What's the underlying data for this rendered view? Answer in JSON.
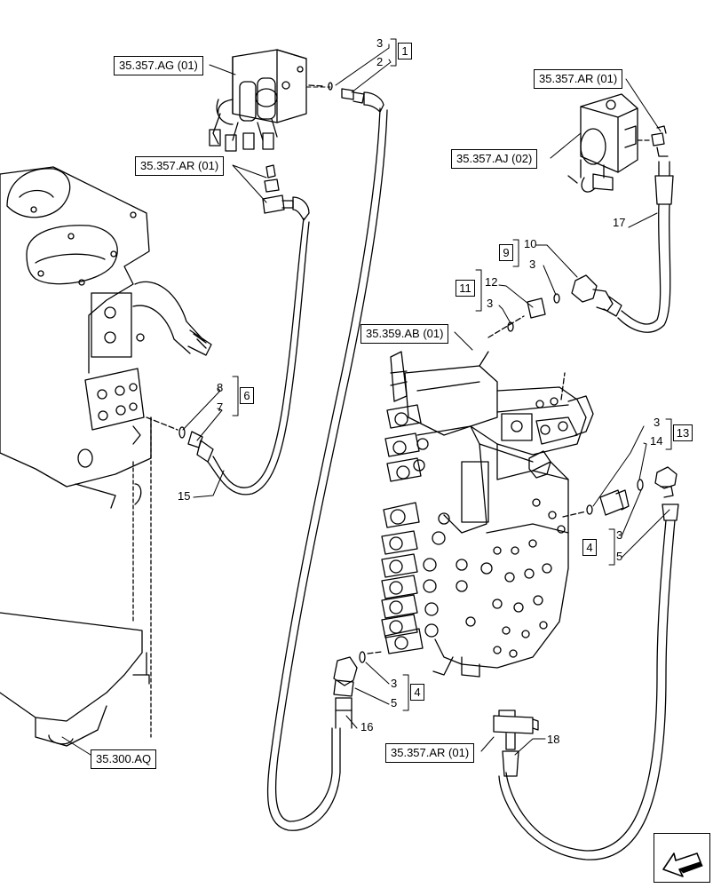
{
  "references": {
    "ag01": "35.357.AG (01)",
    "ar01_left": "35.357.AR (01)",
    "ar01_right": "35.357.AR (01)",
    "aj02": "35.357.AJ (02)",
    "ab01": "35.359.AB (01)",
    "ar01_bottom": "35.357.AR (01)",
    "aq": "35.300.AQ"
  },
  "kits": {
    "k1": "1",
    "k6": "6",
    "k9": "9",
    "k11": "11",
    "k13": "13",
    "k4_right": "4",
    "k4_lower": "4"
  },
  "callouts": {
    "top_3": "3",
    "top_2": "2",
    "left_8": "8",
    "left_7": "7",
    "left_15": "15",
    "upper_17": "17",
    "k9_10": "10",
    "k9_3": "3",
    "k11_12": "12",
    "k11_3": "3",
    "k13_3": "3",
    "k13_14": "14",
    "r4_3": "3",
    "r4_5": "5",
    "l4_3": "3",
    "l4_5": "5",
    "c_16": "16",
    "c_18": "18"
  },
  "colors": {
    "line": "#000000",
    "background": "#ffffff"
  }
}
